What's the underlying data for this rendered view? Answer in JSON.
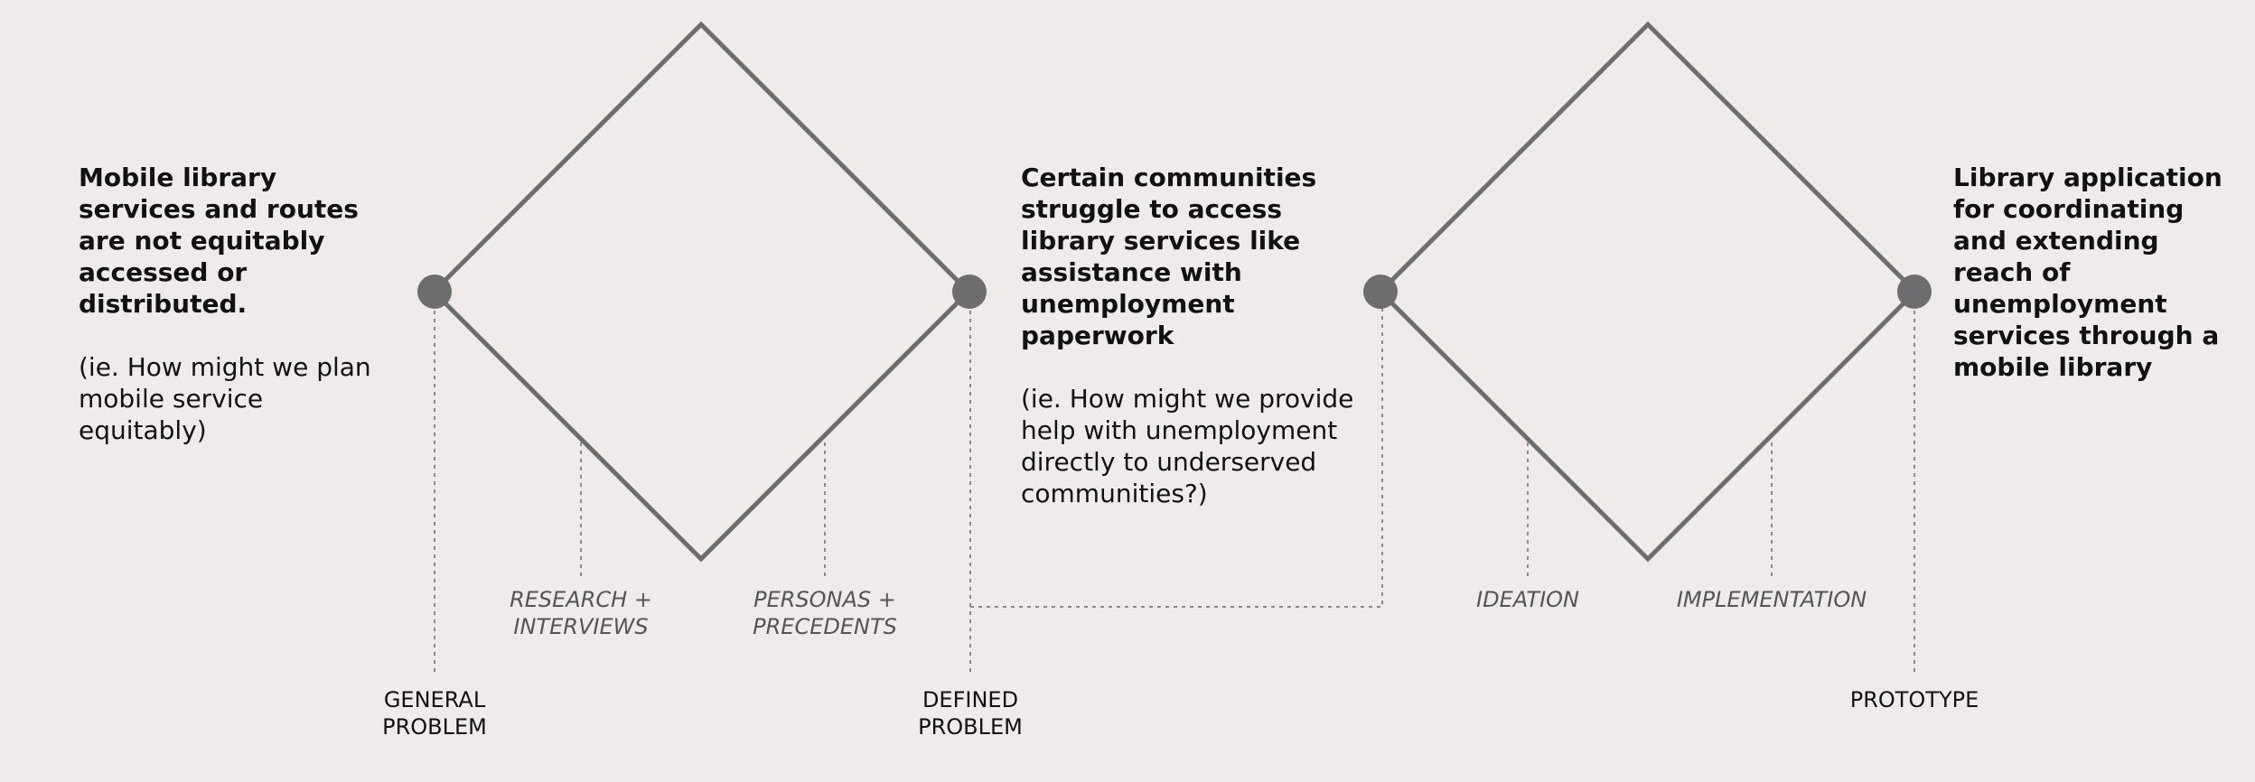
{
  "colors": {
    "background": "#efebea",
    "line": "#6d6d6f",
    "dotted_line": "#8a8a8a",
    "title_text": "#111111",
    "stage_text": "#555555"
  },
  "blocks": {
    "general": {
      "title": "Mobile library services and routes are not equitably accessed or distributed.",
      "question": "(ie. How might we plan mobile service equitably)"
    },
    "defined": {
      "title": "Certain communities struggle to access library services like assistance with unemployment paperwork",
      "question": "(ie. How might we provide help with unemployment directly to underserved communities?)"
    },
    "prototype": {
      "title": "Library application for coordinating and extending reach of unemployment services through a mobile library"
    }
  },
  "stages": {
    "research": "RESEARCH +\nINTERVIEWS",
    "personas": "PERSONAS +\nPRECEDENTS",
    "ideation": "IDEATION",
    "implementation": "IMPLEMENTATION"
  },
  "milestones": {
    "general": "GENERAL\nPROBLEM",
    "defined": "DEFINED\nPROBLEM",
    "prototype": "PROTOTYPE"
  }
}
